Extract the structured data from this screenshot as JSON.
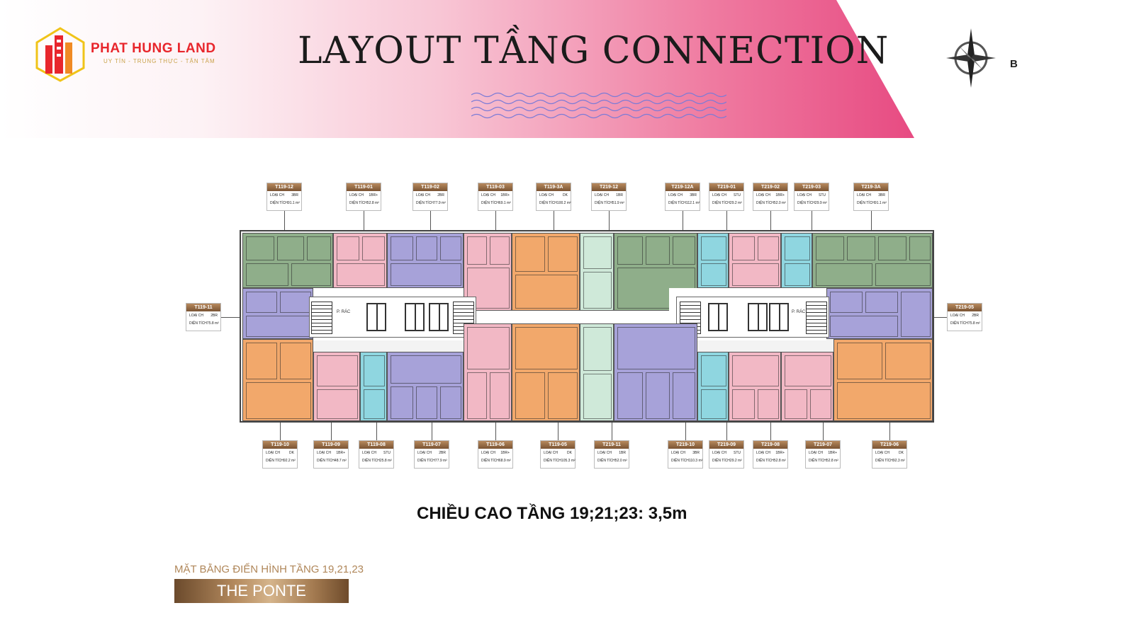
{
  "brand": {
    "name": "PHAT HUNG LAND",
    "tagline": "UY TÍN - TRUNG THỰC - TẬN TÂM"
  },
  "title": "LAYOUT TẦNG CONNECTION",
  "compass": {
    "label": "B"
  },
  "colors": {
    "green": "#8fae8a",
    "pink": "#f2b8c5",
    "lavender": "#a7a2d9",
    "orange": "#f2a86b",
    "mint": "#cfe9d9",
    "cyan": "#8fd6e0",
    "banner_accent": "#e74b82",
    "tag_gold": "#9b6e45"
  },
  "plan_labels": {
    "trash_left": "P. RÁC",
    "trash_right": "P. RÁC"
  },
  "field_labels": {
    "type": "LOẠI CH",
    "area": "DIỆN TÍCH"
  },
  "units_top": [
    {
      "code": "T119-12",
      "type": "3BR",
      "area": "91.1 m²"
    },
    {
      "code": "T119-01",
      "type": "1BR+",
      "area": "52.8 m²"
    },
    {
      "code": "T119-02",
      "type": "2BR",
      "area": "77.9 m²"
    },
    {
      "code": "T119-03",
      "type": "1BR+",
      "area": "69.1 m²"
    },
    {
      "code": "T119-3A",
      "type": "DK",
      "area": "100.2 m²"
    },
    {
      "code": "T219-12",
      "type": "1BR",
      "area": "51.9 m²"
    },
    {
      "code": "T219-12A",
      "type": "3BR",
      "area": "112.1 m²"
    },
    {
      "code": "T219-01",
      "type": "STU",
      "area": "29.2 m²"
    },
    {
      "code": "T219-02",
      "type": "1BR+",
      "area": "52.0 m²"
    },
    {
      "code": "T219-03",
      "type": "STU",
      "area": "29.9 m²"
    },
    {
      "code": "T219-3A",
      "type": "3BR",
      "area": "91.1 m²"
    }
  ],
  "units_side": [
    {
      "code": "T119-11",
      "type": "2BR",
      "area": "75.8 m²"
    },
    {
      "code": "T219-05",
      "type": "2BR",
      "area": "75.8 m²"
    }
  ],
  "units_bottom": [
    {
      "code": "T119-10",
      "type": "DK",
      "area": "92.2 m²"
    },
    {
      "code": "T119-09",
      "type": "1BR+",
      "area": "48.7 m²"
    },
    {
      "code": "T119-08",
      "type": "STU",
      "area": "25.8 m²"
    },
    {
      "code": "T119-07",
      "type": "2BR",
      "area": "77.9 m²"
    },
    {
      "code": "T119-06",
      "type": "1BR+",
      "area": "68.9 m²"
    },
    {
      "code": "T119-05",
      "type": "DK",
      "area": "105.3 m²"
    },
    {
      "code": "T219-11",
      "type": "1BR",
      "area": "52.0 m²"
    },
    {
      "code": "T219-10",
      "type": "3BR",
      "area": "110.3 m²"
    },
    {
      "code": "T219-09",
      "type": "STU",
      "area": "29.2 m²"
    },
    {
      "code": "T219-08",
      "type": "1BR+",
      "area": "52.8 m²"
    },
    {
      "code": "T219-07",
      "type": "1BR+",
      "area": "52.8 m²"
    },
    {
      "code": "T219-06",
      "type": "DK",
      "area": "92.3 m²"
    }
  ],
  "height_note": "CHIỀU CAO TẦNG 19;21;23: 3,5m",
  "subtitle": "MẶT BẰNG ĐIỂN HÌNH TẦNG 19,21,23",
  "project_name": "THE PONTE"
}
